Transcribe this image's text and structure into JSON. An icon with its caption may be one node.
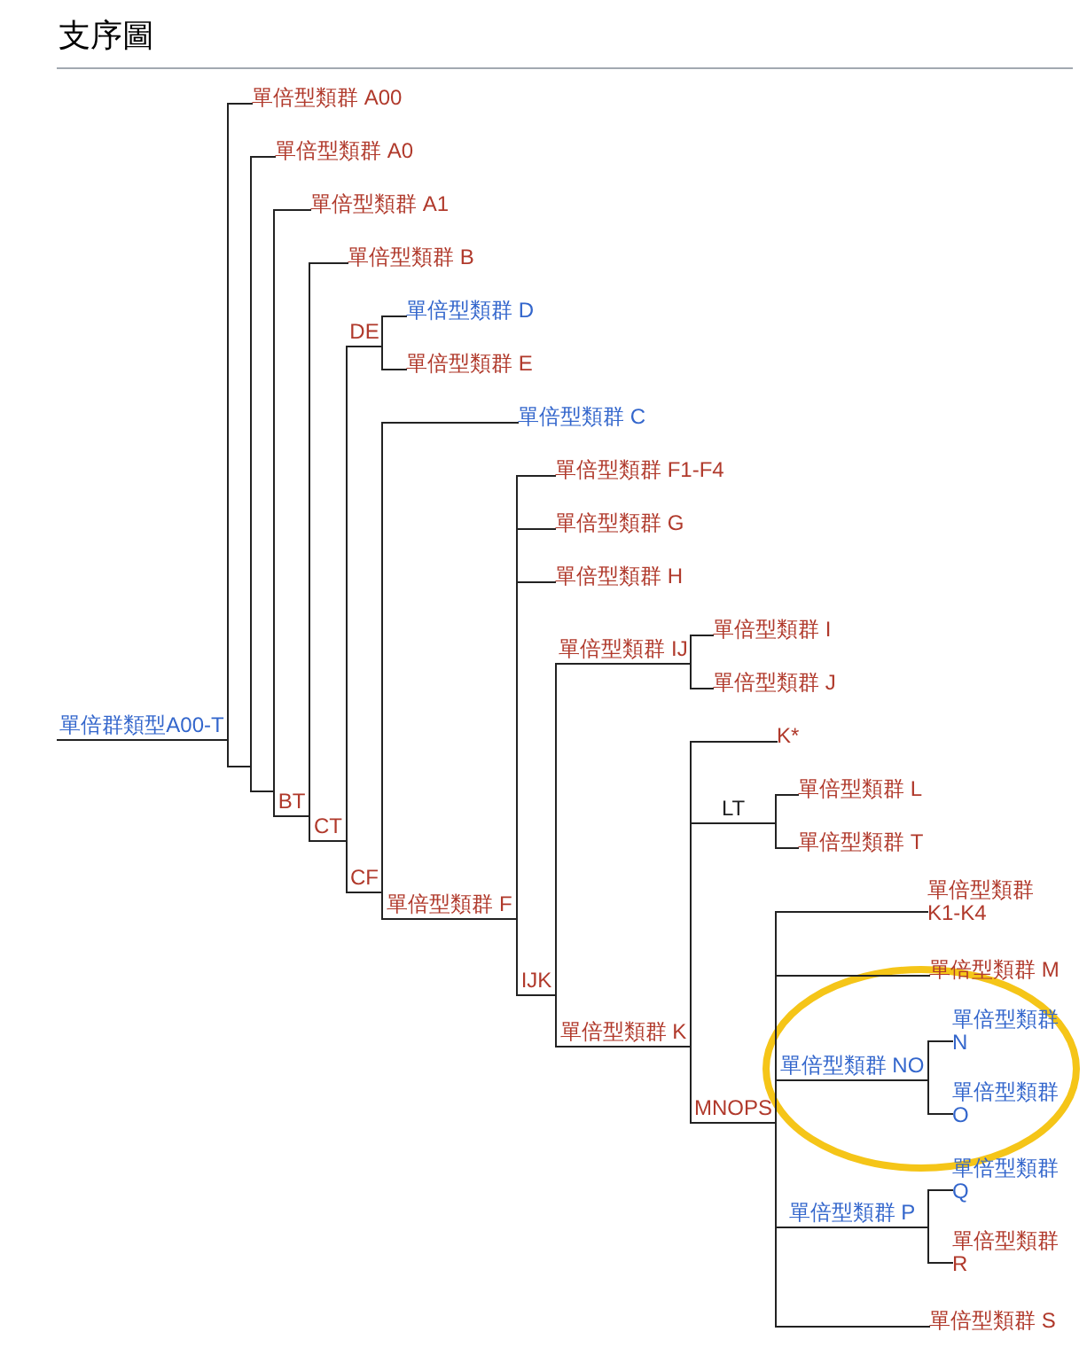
{
  "diagram": {
    "title": "支序圖",
    "nodes": [
      {
        "text": [
          "單倍群類型A00-T"
        ]
      },
      {
        "text": [
          "單倍型類群 A00"
        ]
      },
      {
        "text": [
          "單倍型類群 A0"
        ]
      },
      {
        "text": [
          "單倍型類群 A1"
        ]
      },
      {
        "text": [
          "BT"
        ]
      },
      {
        "text": [
          "單倍型類群 B"
        ]
      },
      {
        "text": [
          "CT"
        ]
      },
      {
        "text": [
          "DE"
        ]
      },
      {
        "text": [
          "單倍型類群 D"
        ]
      },
      {
        "text": [
          "單倍型類群 E"
        ]
      },
      {
        "text": [
          "CF"
        ]
      },
      {
        "text": [
          "單倍型類群 C"
        ]
      },
      {
        "text": [
          "單倍型類群 F"
        ]
      },
      {
        "text": [
          "單倍型類群 F1-F4"
        ]
      },
      {
        "text": [
          "單倍型類群 G"
        ]
      },
      {
        "text": [
          "單倍型類群 H"
        ]
      },
      {
        "text": [
          "IJK"
        ]
      },
      {
        "text": [
          "單倍型類群 IJ"
        ]
      },
      {
        "text": [
          "單倍型類群 I"
        ]
      },
      {
        "text": [
          "單倍型類群 J"
        ]
      },
      {
        "text": [
          "單倍型類群 K"
        ]
      },
      {
        "text": [
          "K*"
        ]
      },
      {
        "text": [
          "LT"
        ]
      },
      {
        "text": [
          "單倍型類群 L"
        ]
      },
      {
        "text": [
          "單倍型類群 T"
        ]
      },
      {
        "text": [
          "MNOPS"
        ]
      },
      {
        "text": [
          "單倍型類群 K1-K4"
        ]
      },
      {
        "text": [
          "單倍型類群 M"
        ]
      },
      {
        "text": [],
        "shape": "ellipse"
      },
      {
        "text": [
          "單倍型類群 NO"
        ],
        "in": 28
      },
      {
        "text": [
          "單倍型類群 N"
        ],
        "in": 28
      },
      {
        "text": [
          "單倍型類群 O"
        ],
        "in": 28
      },
      {
        "text": [
          "單倍型類群 P"
        ]
      },
      {
        "text": [
          "單倍型類群 Q"
        ]
      },
      {
        "text": [
          "單倍型類群 R"
        ]
      },
      {
        "text": [
          "單倍型類群 S"
        ]
      }
    ],
    "edges": [
      {
        "from": 0,
        "to": 1,
        "arrow": "none"
      },
      {
        "from": 0,
        "to": 2,
        "arrow": "none"
      },
      {
        "from": 0,
        "to": 3,
        "arrow": "none"
      },
      {
        "from": 0,
        "to": 4,
        "arrow": "none"
      },
      {
        "from": 4,
        "to": 5,
        "arrow": "none"
      },
      {
        "from": 4,
        "to": 6,
        "arrow": "none"
      },
      {
        "from": 6,
        "to": 7,
        "arrow": "none"
      },
      {
        "from": 7,
        "to": 8,
        "arrow": "none"
      },
      {
        "from": 7,
        "to": 9,
        "arrow": "none"
      },
      {
        "from": 6,
        "to": 10,
        "arrow": "none"
      },
      {
        "from": 10,
        "to": 11,
        "arrow": "none"
      },
      {
        "from": 10,
        "to": 12,
        "arrow": "none"
      },
      {
        "from": 12,
        "to": 13,
        "arrow": "none"
      },
      {
        "from": 12,
        "to": 14,
        "arrow": "none"
      },
      {
        "from": 12,
        "to": 15,
        "arrow": "none"
      },
      {
        "from": 12,
        "to": 16,
        "arrow": "none"
      },
      {
        "from": 16,
        "to": 17,
        "arrow": "none"
      },
      {
        "from": 17,
        "to": 18,
        "arrow": "none"
      },
      {
        "from": 17,
        "to": 19,
        "arrow": "none"
      },
      {
        "from": 16,
        "to": 20,
        "arrow": "none"
      },
      {
        "from": 20,
        "to": 21,
        "arrow": "none"
      },
      {
        "from": 20,
        "to": 22,
        "arrow": "none"
      },
      {
        "from": 22,
        "to": 23,
        "arrow": "none"
      },
      {
        "from": 22,
        "to": 24,
        "arrow": "none"
      },
      {
        "from": 20,
        "to": 25,
        "arrow": "none"
      },
      {
        "from": 25,
        "to": 26,
        "arrow": "none"
      },
      {
        "from": 25,
        "to": 27,
        "arrow": "none"
      },
      {
        "from": 25,
        "to": 29,
        "arrow": "none"
      },
      {
        "from": 29,
        "to": 30,
        "arrow": "none"
      },
      {
        "from": 29,
        "to": 31,
        "arrow": "none"
      },
      {
        "from": 25,
        "to": 32,
        "arrow": "none"
      },
      {
        "from": 32,
        "to": 33,
        "arrow": "none"
      },
      {
        "from": 32,
        "to": 34,
        "arrow": "none"
      },
      {
        "from": 25,
        "to": 35,
        "arrow": "none"
      }
    ]
  }
}
